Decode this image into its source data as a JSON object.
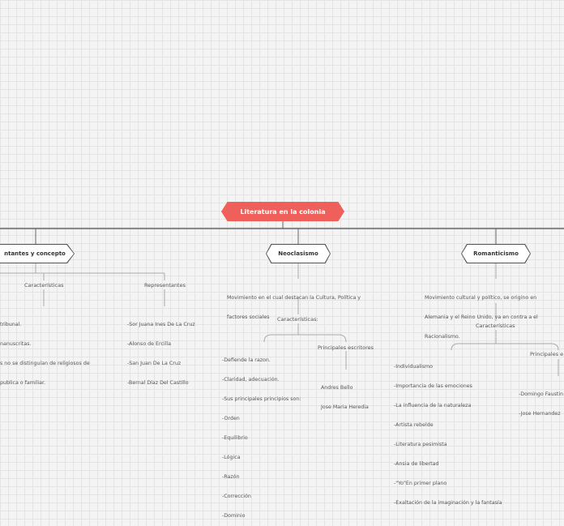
{
  "root": {
    "title": "Literatura en la colonia"
  },
  "branches": {
    "left": {
      "title": "ntantes y concepto",
      "caracteristicas_label": "Características",
      "caracteristicas_items": [
        "tribunal.",
        "nanuscritas.",
        "s no se distinguían de religiosos de",
        "publica o familiar."
      ],
      "representantes_label": "Representantes",
      "representantes_items": [
        "-Sor Juana Ines De La Cruz",
        "-Alonso de Ercilla",
        "-San Juan De La Cruz",
        "-Bernal Díaz Del Castillo"
      ]
    },
    "neoclasismo": {
      "title": "Neoclasismo",
      "description": [
        "Movimiento en el cual destacan la Cultura, Política y",
        "factores sociales"
      ],
      "caracteristicas_label": "Características:",
      "caracteristicas_items": [
        "-Defiende la razon.",
        "-Claridad, adecuación.",
        "-Sus principales principios son:",
        "-Orden",
        "-Equilibrio",
        "-Lógica",
        "-Razón",
        "-Corrección",
        "-Dominio"
      ],
      "escritores_label": "Principales escritores",
      "escritores_items": [
        "Andres Bello",
        "Jose Maria Heredia"
      ]
    },
    "romanticismo": {
      "title": "Romanticismo",
      "description": [
        "Movimiento cultural y político, se origino en",
        "Alemania y el Reino Unido, va en contra a el",
        "Racionalismo."
      ],
      "caracteristicas_label": "Características",
      "caracteristicas_items": [
        "-Individualismo",
        "-Importancia de las emociones",
        "-La influencia de la naturaleza",
        "-Artista rebelde",
        "-Literatura pesimista",
        "-Ansia de libertad",
        "-\"Yo\"En primer plano",
        "-Exaltación de la imaginación y la fantasía"
      ],
      "principales_label": "Principales e",
      "principales_items": [
        "-Domingo Faustin",
        "-Jose Hernandez"
      ]
    }
  }
}
